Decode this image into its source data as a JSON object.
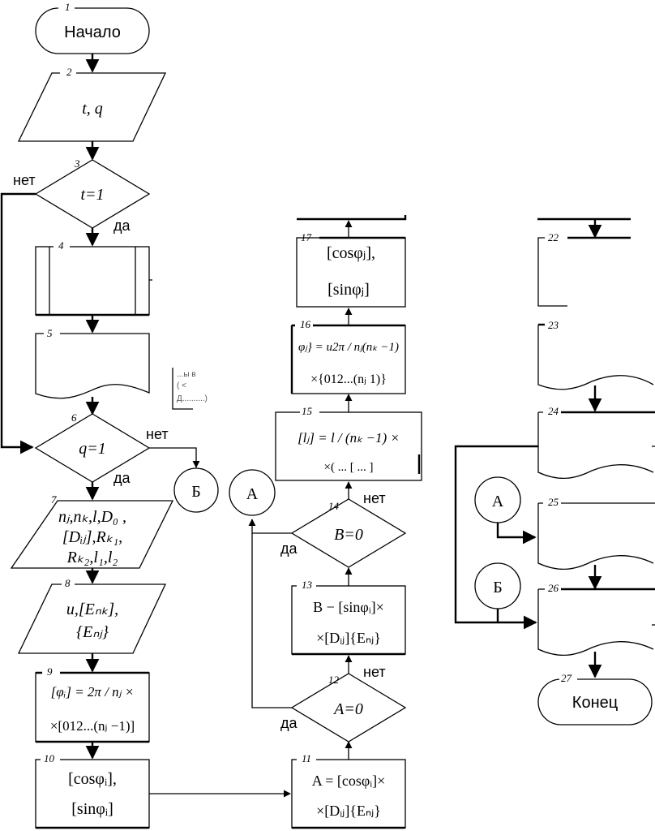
{
  "diagram": {
    "type": "flowchart",
    "language": "ru",
    "blocks": [
      {
        "id": "1",
        "kind": "terminator",
        "text": "Начало"
      },
      {
        "id": "2",
        "kind": "io",
        "text": "t, q"
      },
      {
        "id": "3",
        "kind": "decision",
        "text": "t=1",
        "yes": "да",
        "no": "нет"
      },
      {
        "id": "4",
        "kind": "predefined-process",
        "text": ""
      },
      {
        "id": "5",
        "kind": "document",
        "text": ""
      },
      {
        "id": "6",
        "kind": "decision",
        "text": "q=1",
        "yes": "да",
        "no": "нет"
      },
      {
        "id": "7",
        "kind": "io",
        "lines": [
          "nⱼ,nₖ,l,D₀ ,",
          "[Dᵢⱼ],Rₖ₁,",
          "Rₖ₂,l₁,l₂"
        ]
      },
      {
        "id": "8",
        "kind": "io",
        "lines": [
          "u,[Eₙₖ],",
          "{Eₙⱼ}"
        ]
      },
      {
        "id": "9",
        "kind": "process",
        "lines": [
          "[φᵢ] = 2π / nⱼ ×",
          "×[012...(nⱼ −1)]"
        ]
      },
      {
        "id": "10",
        "kind": "process",
        "lines": [
          "[cosφᵢ],",
          "[sinφᵢ]"
        ]
      },
      {
        "id": "11",
        "kind": "process",
        "lines": [
          "A = [cosφᵢ]×",
          "×[Dᵢⱼ]{Eₙⱼ}"
        ]
      },
      {
        "id": "12",
        "kind": "decision",
        "text": "A=0",
        "yes": "да",
        "no": "нет"
      },
      {
        "id": "13",
        "kind": "process",
        "lines": [
          "B − [sinφᵢ]×",
          "×[Dᵢⱼ]{Eₙⱼ}"
        ]
      },
      {
        "id": "14",
        "kind": "decision",
        "text": "B=0",
        "yes": "да",
        "no": "нет"
      },
      {
        "id": "15",
        "kind": "process",
        "lines": [
          "[lⱼ] = l / (nₖ −1) ×",
          "×( ... [ ... ]"
        ]
      },
      {
        "id": "16",
        "kind": "process",
        "lines": [
          "φⱼ} = u2π / nⱼ(nₖ −1)",
          "×{012...(nⱼ   1)}"
        ]
      },
      {
        "id": "17",
        "kind": "process",
        "lines": [
          "[cosφⱼ],",
          "[sinφⱼ]"
        ]
      },
      {
        "id": "22",
        "kind": "process",
        "text": ""
      },
      {
        "id": "23",
        "kind": "document",
        "text": ""
      },
      {
        "id": "24",
        "kind": "document",
        "text": ""
      },
      {
        "id": "25",
        "kind": "document",
        "text": ""
      },
      {
        "id": "26",
        "kind": "document",
        "text": ""
      },
      {
        "id": "27",
        "kind": "terminator",
        "text": "Конец"
      }
    ],
    "connectors": [
      {
        "label": "Б"
      },
      {
        "label": "А"
      },
      {
        "label": "А"
      },
      {
        "label": "Б"
      }
    ],
    "branch_labels": {
      "yes": "да",
      "no": "нет"
    },
    "parts": {
      "p1": "t,",
      "p2": "q",
      "f9a": "=",
      "f9n": "2π",
      "f9d": "n",
      "f9times": "×",
      "f9b": "×[012...(n",
      "f9c": "−1)]",
      "cos": "[cos",
      "sin": "[sin",
      "phi": "φ",
      "i": "i",
      "j": "j",
      "close": "]",
      "closec": "],",
      "A": "A",
      "B": "B",
      "eq": "=",
      "minus": "−",
      "times": "×",
      "D": "D",
      "ij": "ij",
      "E": "E",
      "nj": "nj",
      "nk": "nk",
      "u2pi": "u2π",
      "l": "l",
      "f16d": "(n",
      "f16d2": "−1)",
      "f16b": "×{012...(n",
      "f16c": "1)}",
      "f15b": "× (",
      "zero": "0",
      "faint1": "...ы в",
      "faint2": "(          <",
      "faint3": "Д..........)"
    }
  }
}
